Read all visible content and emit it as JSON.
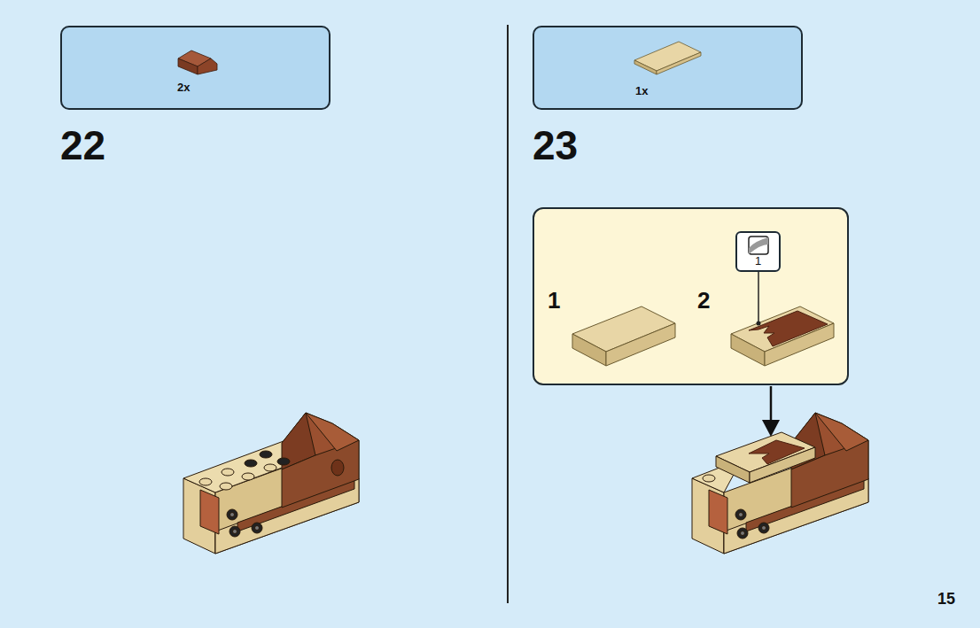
{
  "diagram": {
    "nodes": [
      {
        "text": [
          "2x"
        ]
      },
      {
        "text": [
          "1x"
        ]
      },
      {
        "text": [
          "1",
          "2"
        ]
      },
      {
        "text": [
          "1"
        ],
        "in": 2
      }
    ],
    "labels": [
      "22",
      "23",
      "15"
    ]
  }
}
